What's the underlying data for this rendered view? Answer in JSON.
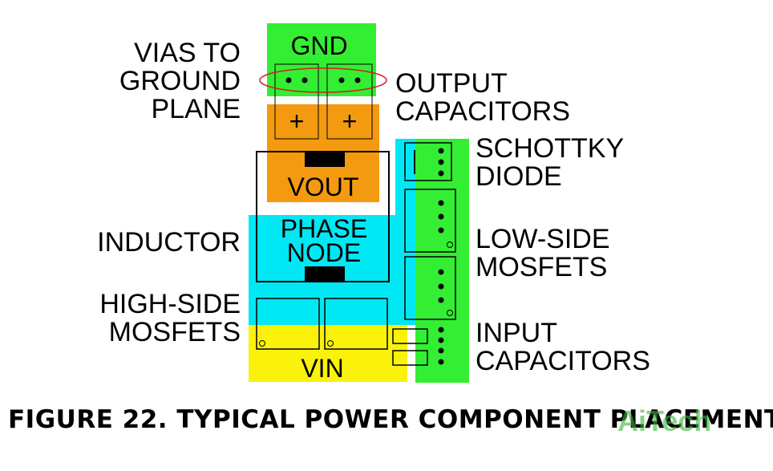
{
  "zones": {
    "gnd": "GND",
    "vout": "VOUT",
    "phase_line1": "PHASE",
    "phase_line2": "NODE",
    "vin": "VIN"
  },
  "capacitor_symbol": "+",
  "labels": {
    "vias": [
      "VIAS TO",
      "GROUND",
      "PLANE"
    ],
    "inductor": [
      "INDUCTOR"
    ],
    "high_side": [
      "HIGH-SIDE",
      "MOSFETS"
    ],
    "output_caps": [
      "OUTPUT",
      "CAPACITORS"
    ],
    "schottky": [
      "SCHOTTKY",
      "DIODE"
    ],
    "low_side": [
      "LOW-SIDE",
      "MOSFETS"
    ],
    "input_caps": [
      "INPUT",
      "CAPACITORS"
    ]
  },
  "caption": "FIGURE 22.  TYPICAL POWER COMPONENT PLACEMENT",
  "watermark": "AiTech",
  "colors": {
    "gnd": "#33ee33",
    "vout": "#f39a10",
    "phase": "#00e8f4",
    "vin": "#faf20a",
    "via_ring": "#cc2222"
  }
}
